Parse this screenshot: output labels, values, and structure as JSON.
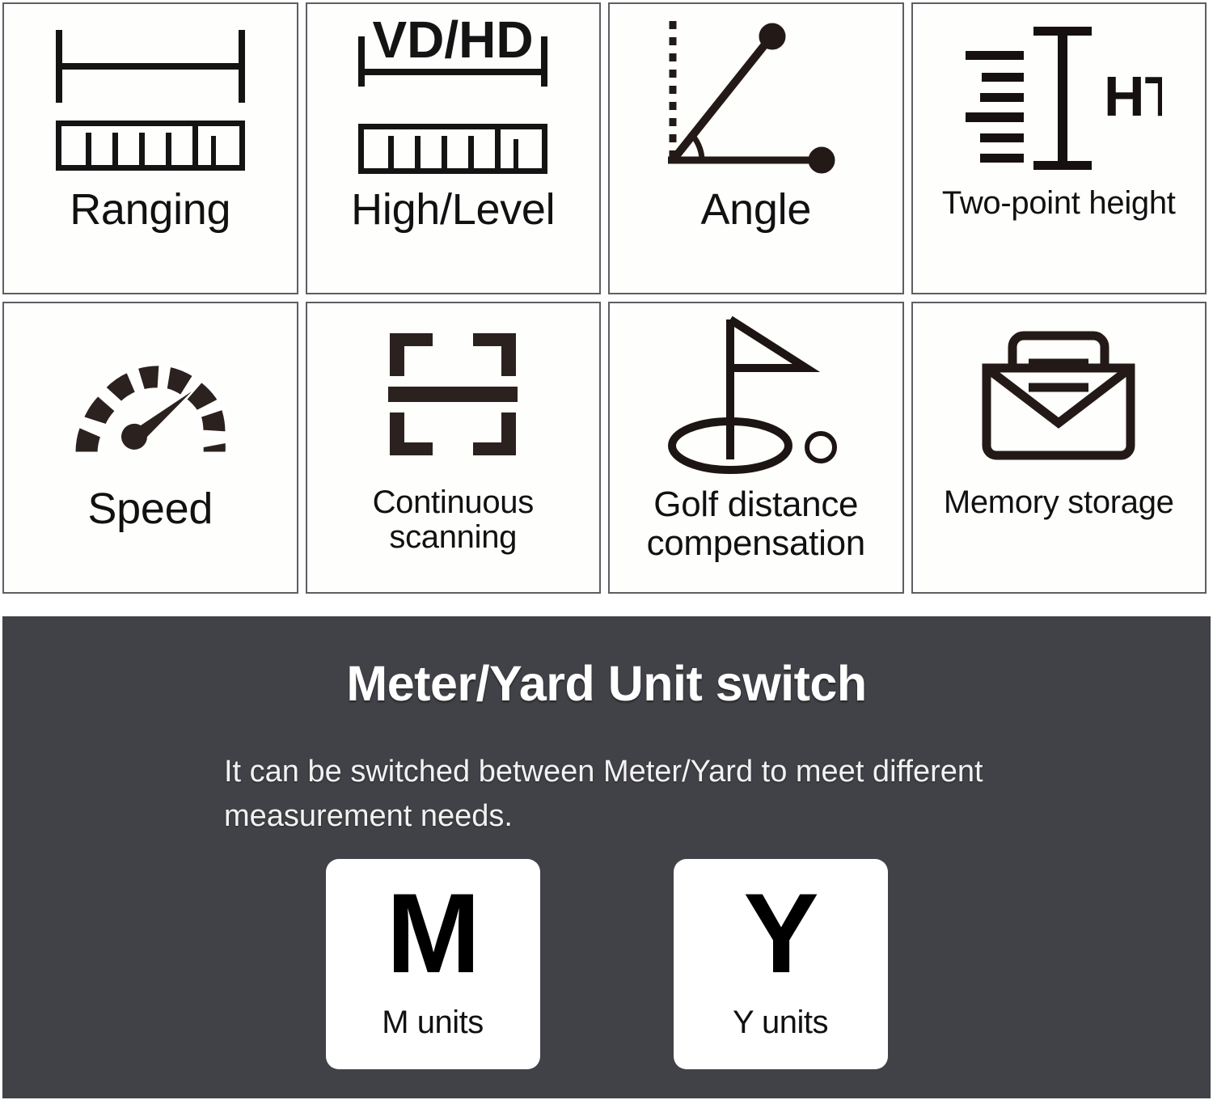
{
  "features": [
    {
      "id": "ranging",
      "icon": "ranging-scale-icon",
      "label": "Ranging",
      "label_size": "label-xl"
    },
    {
      "id": "high-level",
      "icon": "vd-hd-scale-icon",
      "label": "High/Level",
      "label_size": "label-xl",
      "icon_text": "VD/HD"
    },
    {
      "id": "angle",
      "icon": "angle-measure-icon",
      "label": "Angle",
      "label_size": "label-xl"
    },
    {
      "id": "two-point-height",
      "icon": "two-point-height-icon",
      "label": "Two-point height",
      "label_size": "label-md",
      "icon_text": "HT"
    },
    {
      "id": "speed",
      "icon": "speedometer-icon",
      "label": "Speed",
      "label_size": "label-xl"
    },
    {
      "id": "continuous-scanning",
      "icon": "scan-frame-icon",
      "label": "Continuous scanning",
      "label_size": "label-md"
    },
    {
      "id": "golf-distance-compensation",
      "icon": "golf-flag-icon",
      "label": "Golf distance\ncompensation",
      "label_size": "label-lg"
    },
    {
      "id": "memory-storage",
      "icon": "envelope-storage-icon",
      "label": "Memory storage",
      "label_size": "label-md"
    }
  ],
  "panel": {
    "title": "Meter/Yard Unit switch",
    "subtitle": "It can be switched between Meter/Yard to meet different measurement needs.",
    "background_color": "#414247",
    "units": [
      {
        "id": "meter",
        "glyph": "M",
        "caption": "M units"
      },
      {
        "id": "yard",
        "glyph": "Y",
        "caption": "Y units"
      }
    ]
  }
}
